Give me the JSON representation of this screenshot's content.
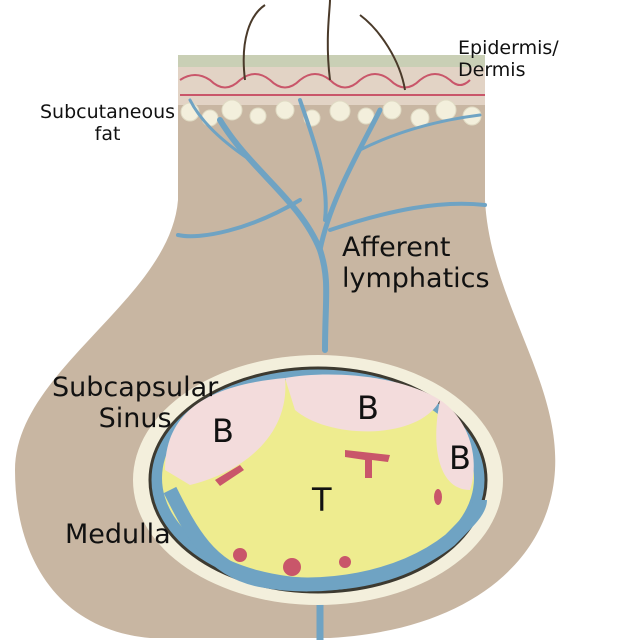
{
  "labels": {
    "epidermis": "Epidermis/\nDermis",
    "subcutaneous": "Subcutaneous\nfat",
    "afferent": "Afferent\nlymphatics",
    "subcapsular": "Subcapsular\nSinus",
    "medulla": "Medulla",
    "b_left": "B",
    "b_top": "B",
    "b_right": "B",
    "t_zone": "T"
  },
  "colors": {
    "tissue": "#c8b6a2",
    "lymph": "#6fa3c3",
    "fat": "#f3efdc",
    "b_follicle": "#f3dcdc",
    "t_zone": "#eeec8f",
    "vessel": "#c9566a"
  }
}
